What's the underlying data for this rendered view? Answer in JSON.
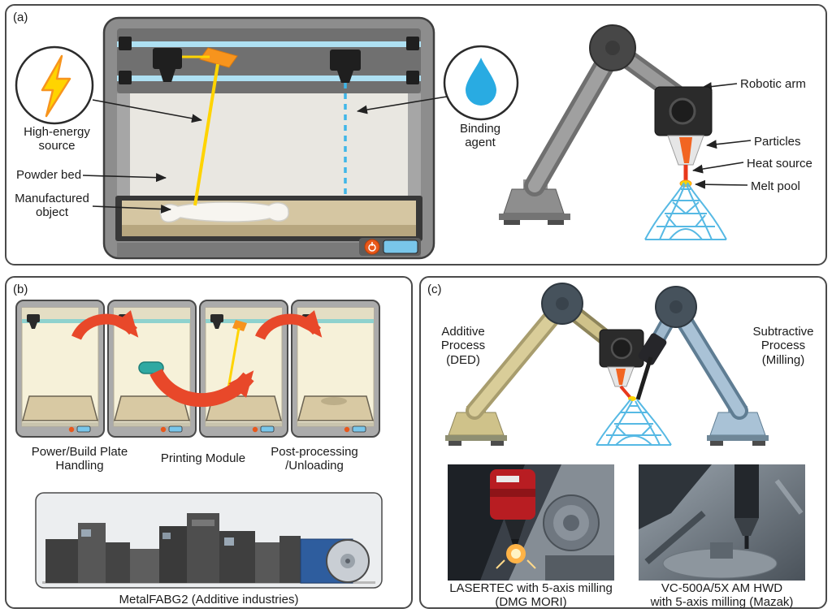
{
  "panel_a": {
    "tag": "(a)",
    "labels": {
      "high_energy_source": "High-energy\nsource",
      "binding_agent": "Binding\nagent",
      "powder_bed": "Powder bed",
      "manufactured_object": "Manufactured\nobject",
      "robotic_arm": "Robotic arm",
      "particles": "Particles",
      "heat_source": "Heat source",
      "melt_pool": "Melt pool"
    }
  },
  "panel_b": {
    "tag": "(b)",
    "stations": {
      "handling": "Power/Build Plate\nHandling",
      "printing": "Printing Module",
      "post_processing": "Post-processing\n/Unloading"
    },
    "machine_caption": "MetalFABG2 (Additive industries)"
  },
  "panel_c": {
    "tag": "(c)",
    "labels": {
      "additive": "Additive\nProcess\n(DED)",
      "subtractive": "Subtractive\nProcess\n(Milling)"
    },
    "photo_captions": {
      "left": "LASERTEC with 5-axis milling\n(DMG MORI)",
      "right": "VC-500A/5X AM HWD\nwith 5-axis milling (Mazak)"
    }
  },
  "colors": {
    "laser_yellow": "#ffd400",
    "binder_blue": "#3fb6e8",
    "wireframe_blue": "#56b9e4",
    "transfer_arrow_red": "#e8482a",
    "heat_orange": "#f26522",
    "robot_additive_yellow": "#cfc28a",
    "robot_subtractive_blue": "#a9c2d6"
  }
}
